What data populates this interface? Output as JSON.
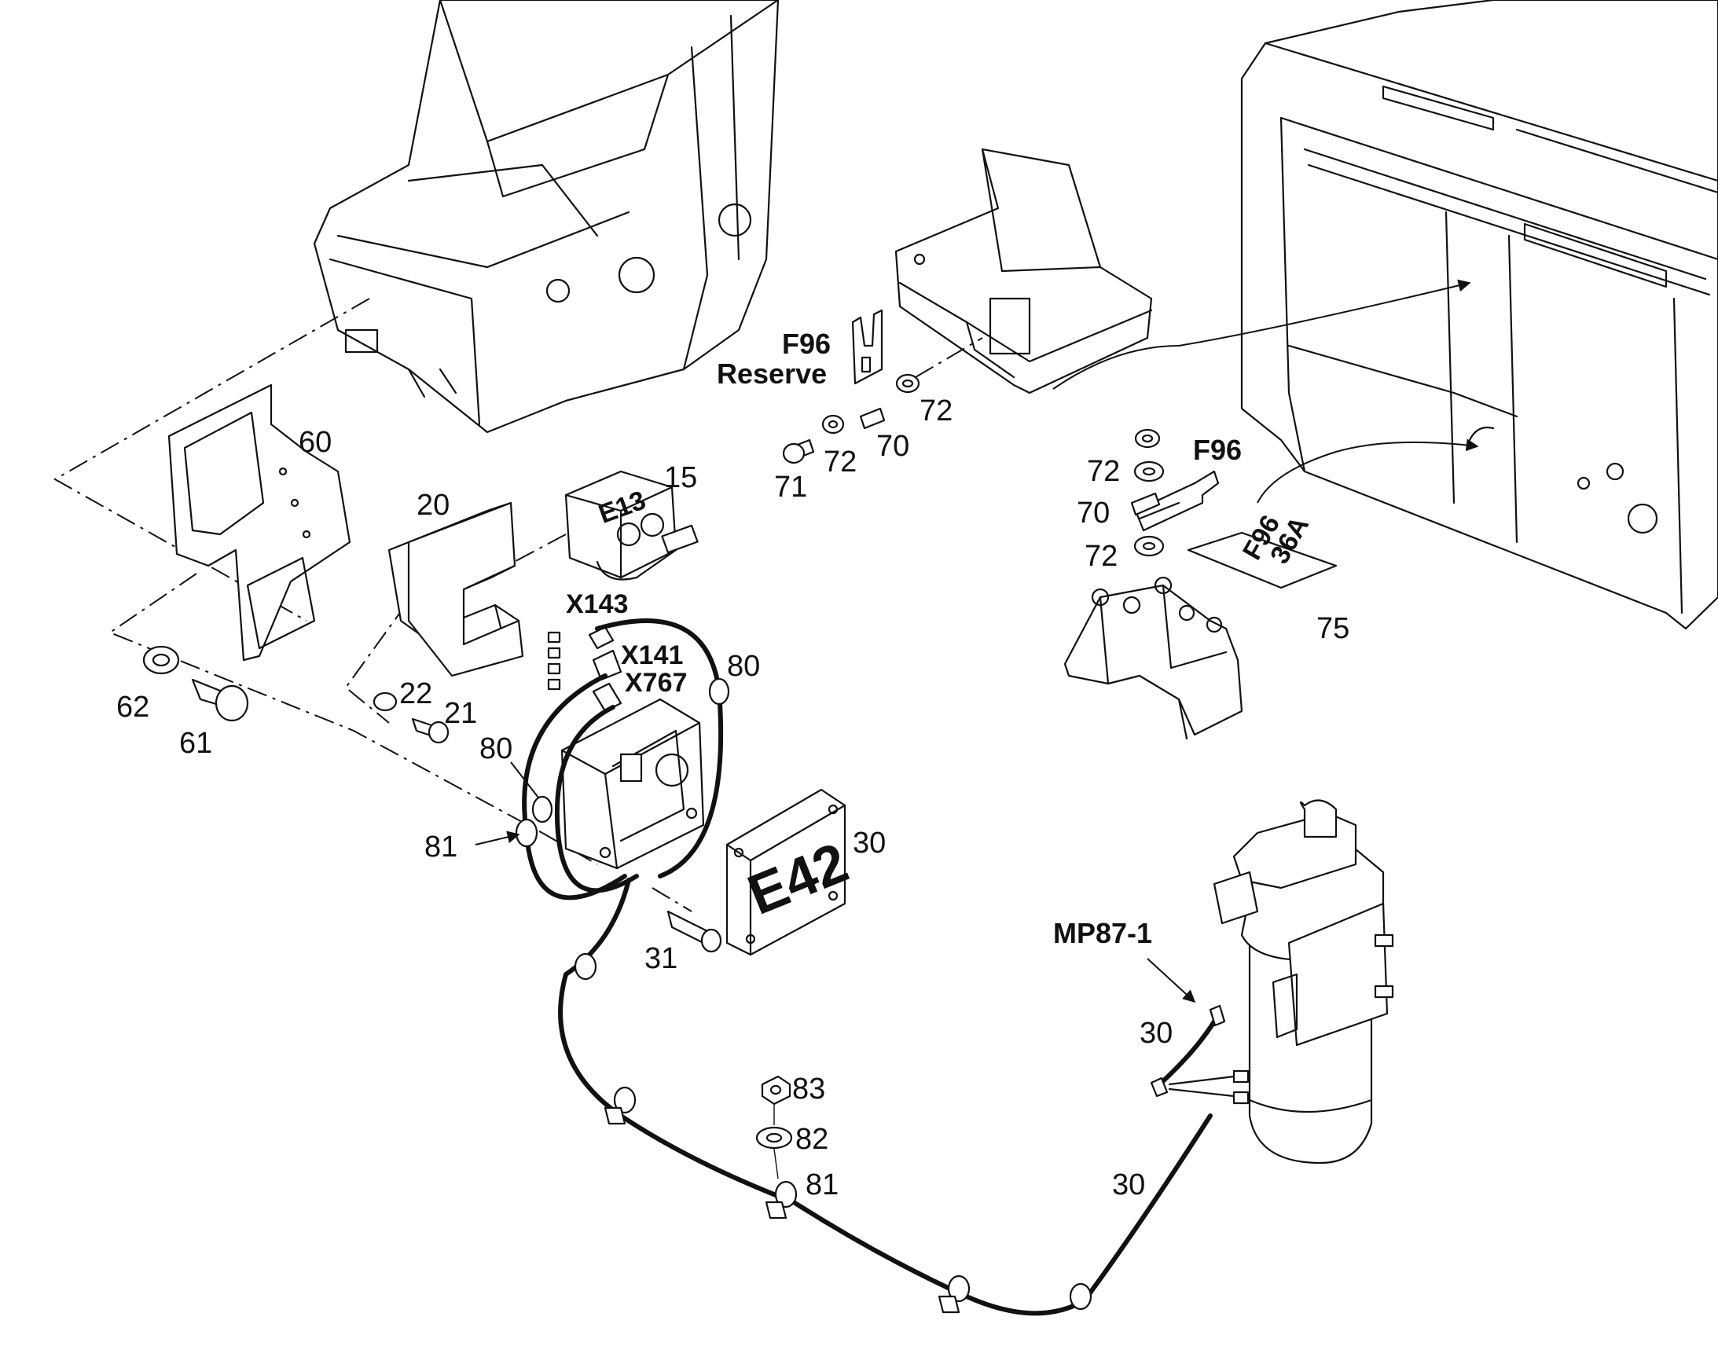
{
  "labels": {
    "p60": "60",
    "p20": "20",
    "p15": "15",
    "e13": "E13",
    "x143": "X143",
    "x141": "X141",
    "x767": "X767",
    "p80a": "80",
    "p80b": "80",
    "p81a": "81",
    "p22": "22",
    "p21": "21",
    "p62": "62",
    "p61": "61",
    "e42": "E42",
    "p30a": "30",
    "p31": "31",
    "f96_top": "F96",
    "reserve": "Reserve",
    "p72a": "72",
    "p72b": "72",
    "p70a": "70",
    "p71": "71",
    "f96_right": "F96",
    "p72c": "72",
    "p70b": "70",
    "p72d": "72",
    "p75": "75",
    "tag_f96": "F96",
    "tag_36a": "36A",
    "mp87": "MP87-1",
    "p30b": "30",
    "p30c": "30",
    "p83": "83",
    "p82": "82",
    "p81b": "81"
  }
}
